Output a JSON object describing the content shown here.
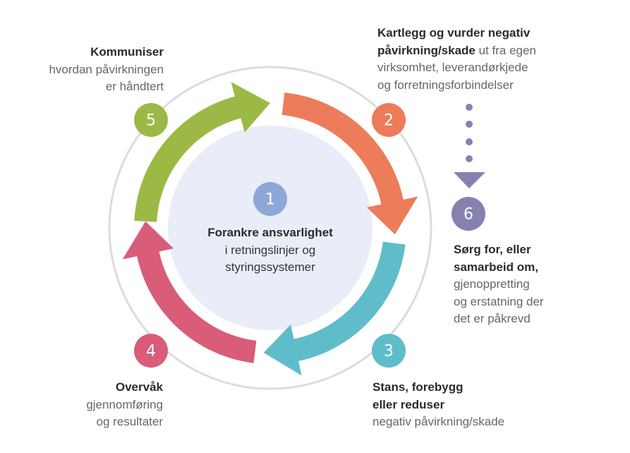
{
  "colors": {
    "step1": "#8fa7d6",
    "step2": "#ec7c5a",
    "step3": "#5fbdca",
    "step4": "#d95c78",
    "step5": "#9cb946",
    "step6": "#8582b0",
    "center_fill": "#e9edf8",
    "ring": "#dcdcdc"
  },
  "center": {
    "number": "1",
    "title": "Forankre ansvarlighet",
    "lines": [
      "i retningslinjer og",
      "styringssystemer"
    ]
  },
  "steps": [
    {
      "number": "2",
      "title_lines": [
        "Kartlegg og vurder negativ",
        "påvirkning/skade"
      ],
      "inline_rest": " ut fra egen",
      "lines": [
        "virksomhet, leverandørkjede",
        "og forretningsforbindelser"
      ]
    },
    {
      "number": "3",
      "title_lines": [
        "Stans, forebygg",
        "eller reduser"
      ],
      "lines": [
        "negativ påvirkning/skade"
      ]
    },
    {
      "number": "4",
      "title_lines": [
        "Overvåk"
      ],
      "lines": [
        "gjennomføring",
        "og resultater"
      ]
    },
    {
      "number": "5",
      "title_lines": [
        "Kommuniser"
      ],
      "lines": [
        "hvordan påvirkningen",
        "er håndtert"
      ]
    },
    {
      "number": "6",
      "title_lines": [
        "Sørg for, eller",
        "samarbeid om,"
      ],
      "lines": [
        "gjenoppretting",
        "og erstatning der",
        "det er påkrevd"
      ]
    }
  ]
}
